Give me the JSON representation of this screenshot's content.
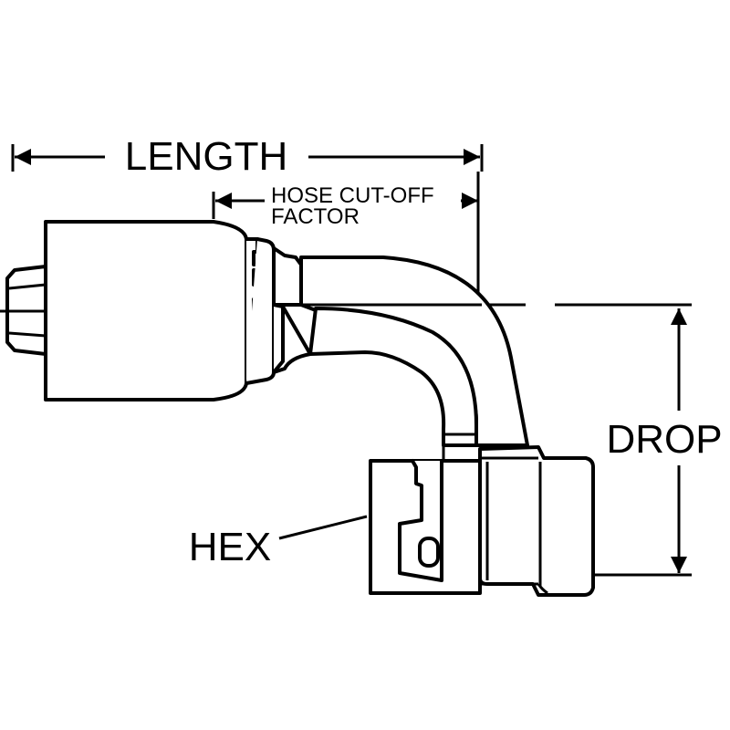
{
  "diagram": {
    "labels": {
      "length": "LENGTH",
      "hose_cutoff_line1": "HOSE CUT-OFF",
      "hose_cutoff_line2": "FACTOR",
      "drop": "DROP",
      "hex": "HEX"
    },
    "colors": {
      "line": "#000000",
      "background": "#ffffff"
    }
  }
}
